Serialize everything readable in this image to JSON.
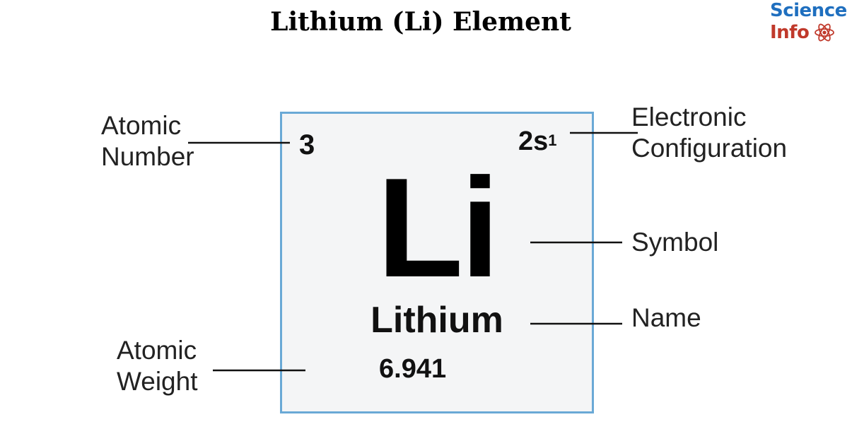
{
  "title": "Lithium (Li) Element",
  "logo": {
    "line1": "Science",
    "line2": "Info",
    "icon": "atom-icon"
  },
  "element": {
    "atomic_number": "3",
    "electron_config_base": "2s",
    "electron_config_exp": "1",
    "symbol": "Li",
    "name": "Lithium",
    "atomic_weight": "6.941"
  },
  "labels": {
    "atomic_number": [
      "Atomic",
      "Number"
    ],
    "electronic_configuration": [
      "Electronic",
      "Configuration"
    ],
    "symbol": "Symbol",
    "name": "Name",
    "atomic_weight": [
      "Atomic",
      "Weight"
    ]
  },
  "colors": {
    "card_border": "#6aa9d6",
    "card_background": "#f4f5f6",
    "logo_science": "#1f6fbf",
    "logo_info": "#c0392b"
  }
}
